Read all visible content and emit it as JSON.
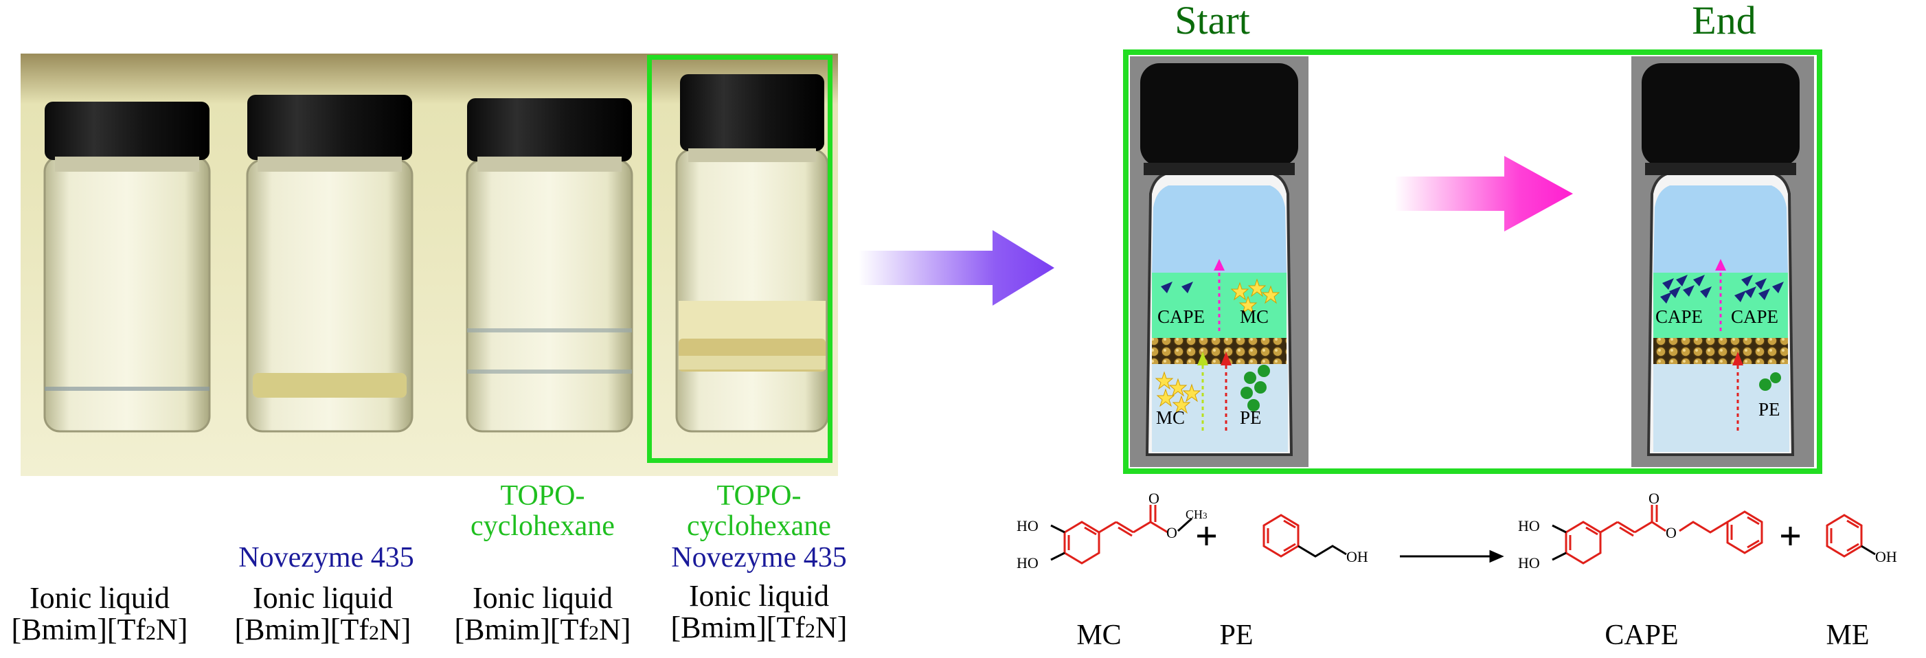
{
  "photo": {
    "vials": [
      {
        "line1": "Ionic liquid",
        "line2": "[Bmim][Tf",
        "sub": "2",
        "line2_end": "N]",
        "solvent": "",
        "enzyme": ""
      },
      {
        "line1": "Ionic liquid",
        "line2": "[Bmim][Tf",
        "sub": "2",
        "line2_end": "N]",
        "solvent": "",
        "enzyme": "Novezyme 435"
      },
      {
        "line1": "Ionic liquid",
        "line2": "[Bmim][Tf",
        "sub": "2",
        "line2_end": "N]",
        "solvent_l1": "TOPO-",
        "solvent_l2": "cyclohexane",
        "enzyme": ""
      },
      {
        "line1": "Ionic liquid",
        "line2": "[Bmim][Tf",
        "sub": "2",
        "line2_end": "N]",
        "solvent_l1": "TOPO-",
        "solvent_l2": "cyclohexane",
        "enzyme": "Novezyme 435"
      }
    ]
  },
  "schematic": {
    "start_title": "Start",
    "end_title": "End",
    "start_vial": {
      "top_left": "CAPE",
      "top_right": "MC",
      "bottom_left": "MC",
      "bottom_right": "PE"
    },
    "end_vial": {
      "top_left": "CAPE",
      "top_right": "CAPE",
      "bottom_right": "PE"
    }
  },
  "reaction": {
    "mc_ho1": "HO",
    "mc_ho2": "HO",
    "mc_o": "O",
    "mc_ch3": "CH",
    "mc_ch3_sub": "3",
    "pe_oh": "OH",
    "cape_ho1": "HO",
    "cape_ho2": "HO",
    "cape_o": "O",
    "cape_o2": "O",
    "me_oh": "OH",
    "plus": "+",
    "labels": {
      "mc": "MC",
      "pe": "PE",
      "cape": "CAPE",
      "me": "ME"
    }
  },
  "colors": {
    "highlight": "#22dd22",
    "title": "#0b6b0b",
    "structure": "#e0201a",
    "arrow1": "#7b3ff2",
    "arrow2": "#ff1fd0"
  }
}
